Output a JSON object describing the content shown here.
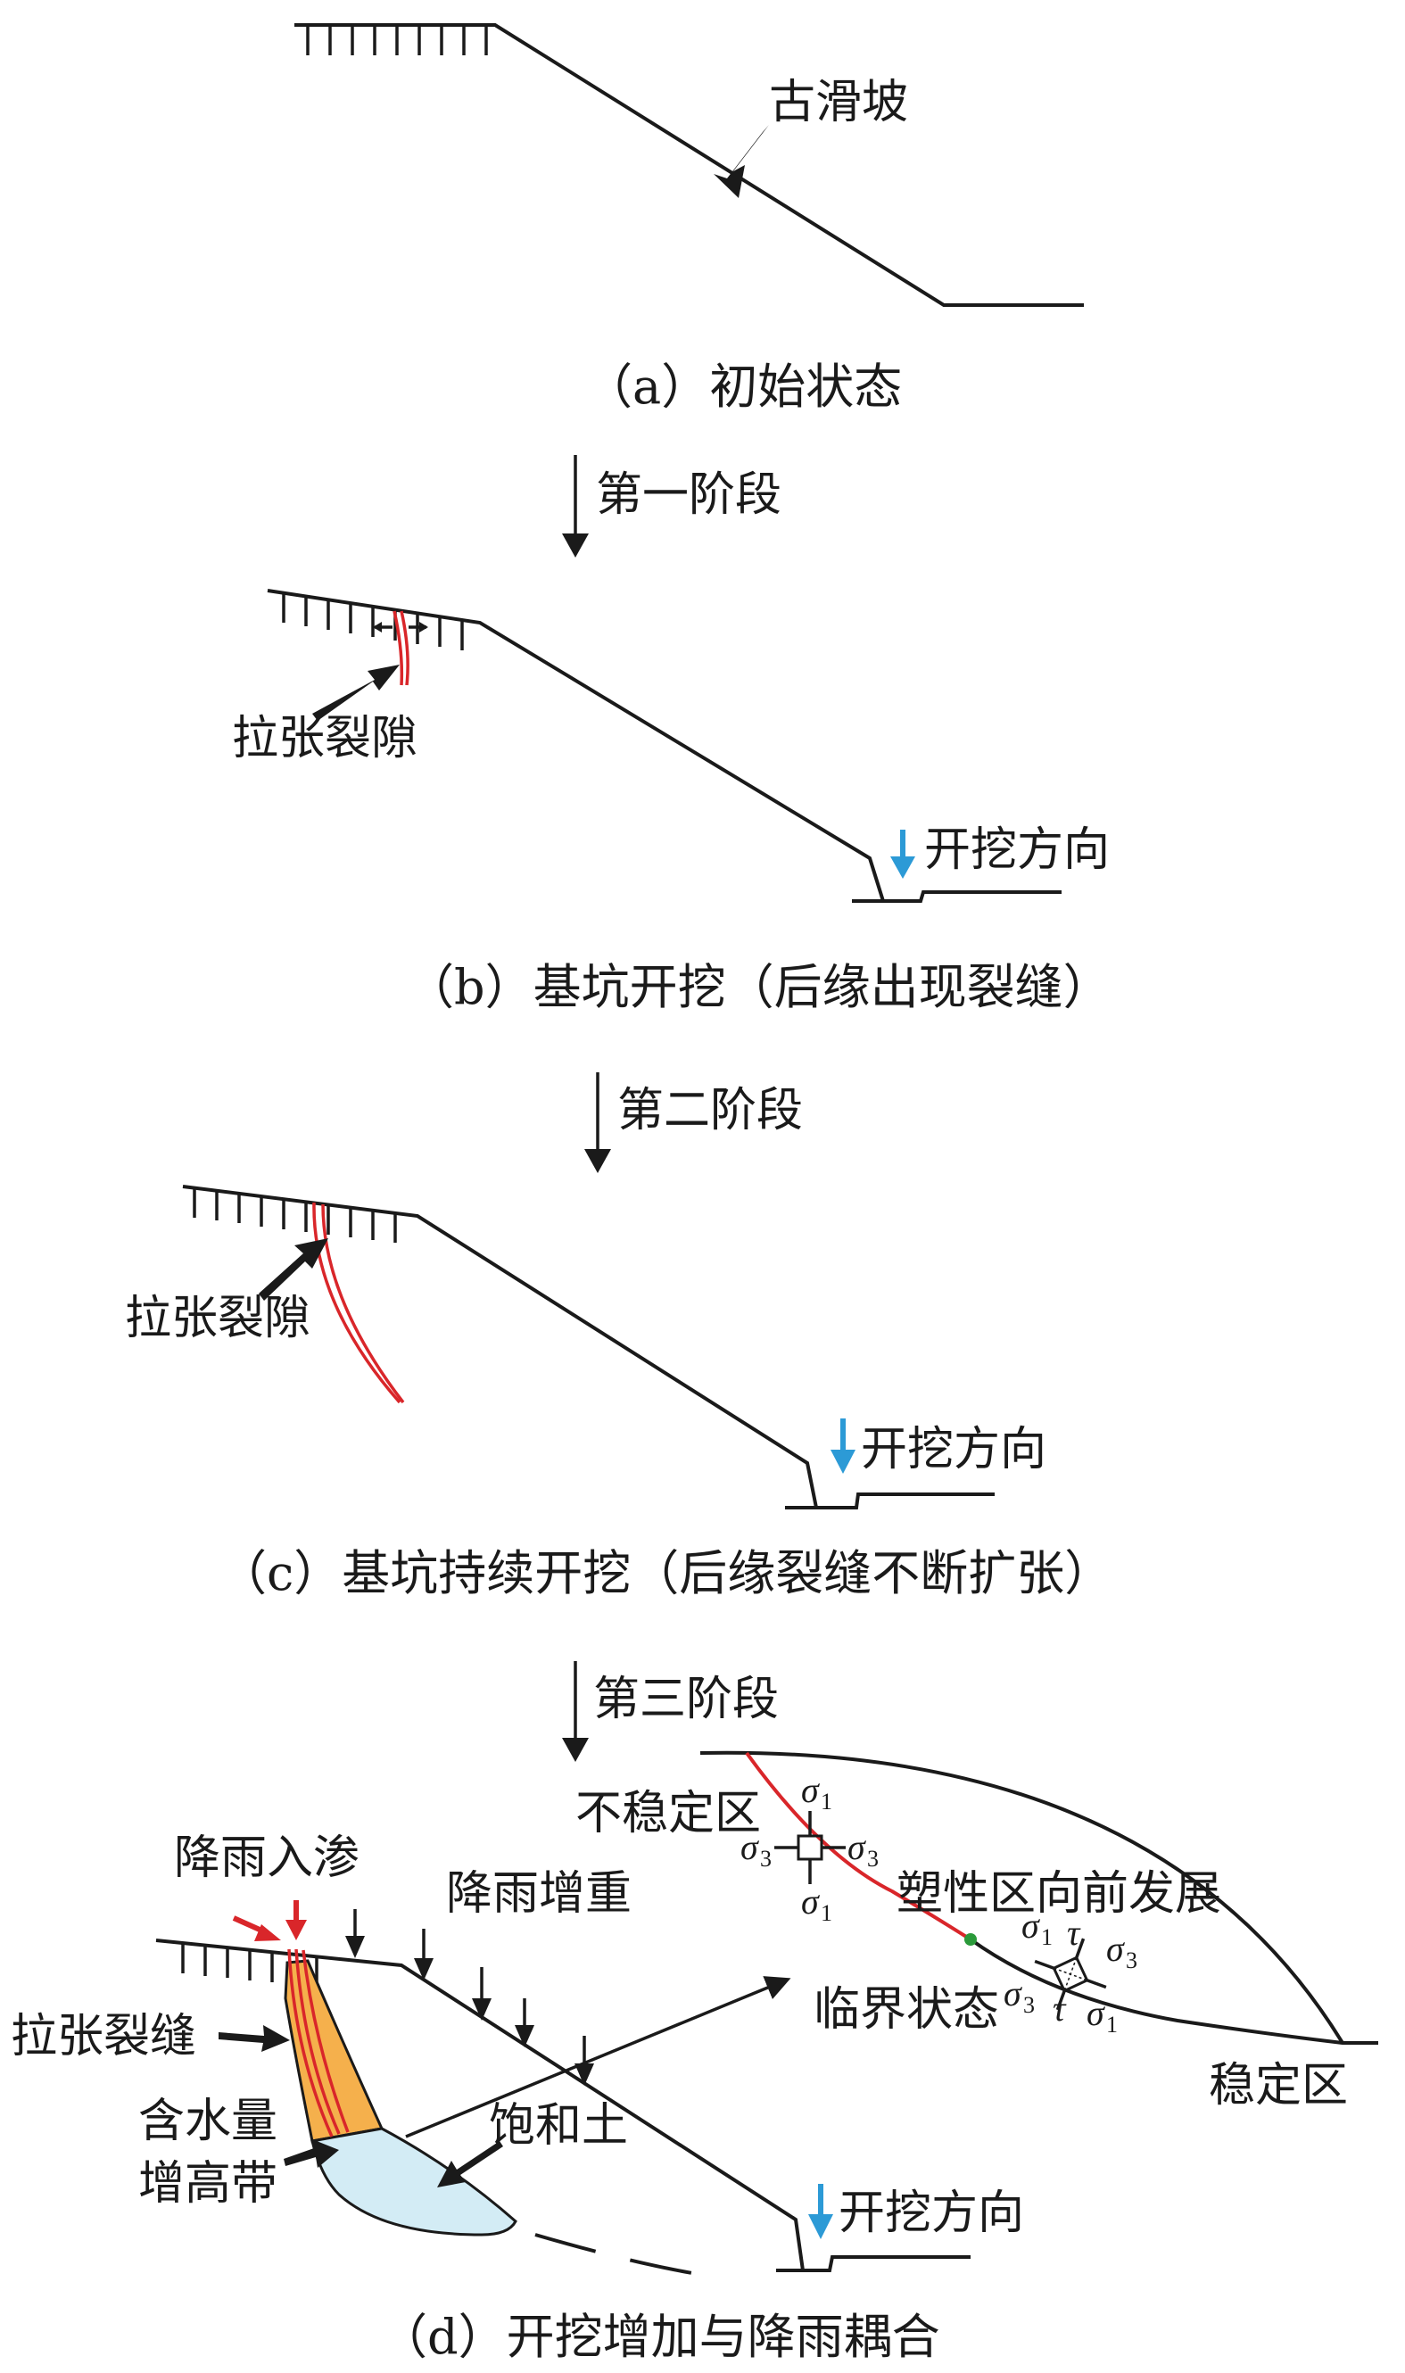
{
  "panels": {
    "a": {
      "caption": "（a）初始状态",
      "slope_label": "古滑坡"
    },
    "stage1": "第一阶段",
    "b": {
      "caption": "（b）基坑开挖（后缘出现裂缝）",
      "crack_label": "拉张裂隙",
      "excavation_label": "开挖方向"
    },
    "stage2": "第二阶段",
    "c": {
      "caption": "（c）基坑持续开挖（后缘裂缝不断扩张）",
      "crack_label": "拉张裂隙",
      "excavation_label": "开挖方向"
    },
    "stage3": "第三阶段",
    "d": {
      "caption": "（d）开挖增加与降雨耦合",
      "infiltration_label": "降雨入渗",
      "rain_load_label": "降雨增重",
      "crack_label": "拉张裂缝",
      "moist_band_line1": "含水量",
      "moist_band_line2": "增高带",
      "saturated_label": "饱和土",
      "excavation_label": "开挖方向",
      "unstable_label": "不稳定区",
      "plastic_label": "塑性区向前发展",
      "critical_label": "临界状态",
      "stable_label": "稳定区"
    }
  },
  "symbols": {
    "sigma": "σ",
    "tau": "τ",
    "s1": "1",
    "s3": "3"
  },
  "colors": {
    "crack": "#d9262a",
    "excavation_arrow": "#2c9ad6",
    "wet_zone": "#f5b04c",
    "saturated_zone": "#d3ecf5",
    "critical_point": "#2a9a3a"
  }
}
